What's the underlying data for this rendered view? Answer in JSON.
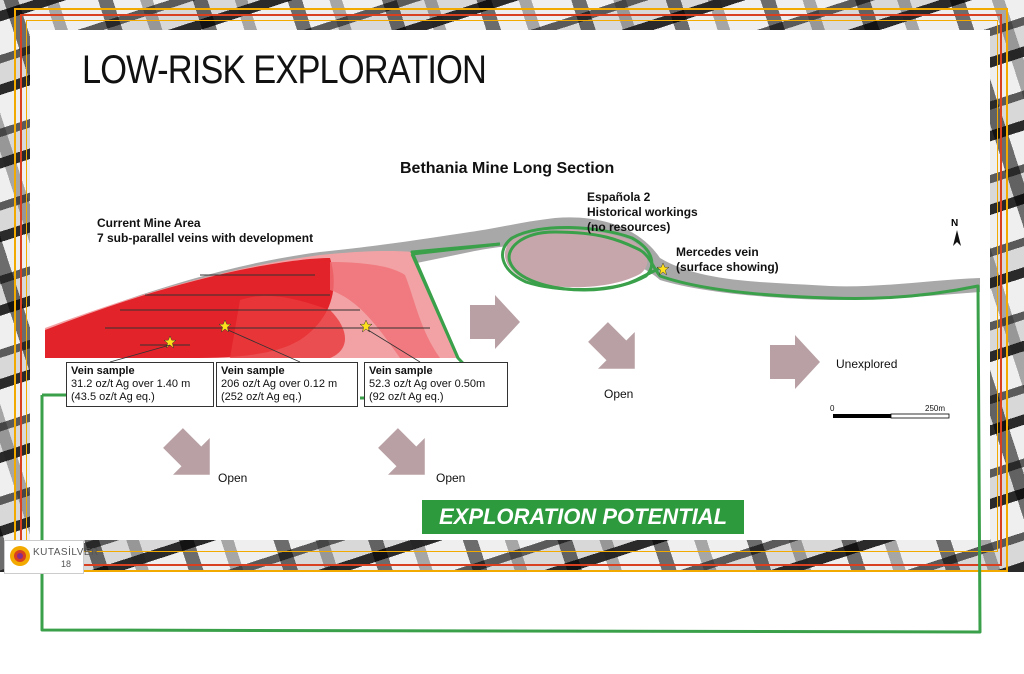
{
  "slide": {
    "title": "LOW-RISK EXPLORATION",
    "section_title": "Bethania Mine Long Section",
    "current_mine_area": [
      "Current Mine Area",
      "7 sub-parallel veins with development"
    ],
    "espanola": [
      "Española 2",
      "Historical workings",
      "(no resources)"
    ],
    "mercedes": [
      "Mercedes vein",
      "(surface showing)"
    ],
    "vein_samples": [
      {
        "heading": "Vein sample",
        "line1": "31.2 oz/t Ag over 1.40 m",
        "line2": "(43.5 oz/t Ag eq.)"
      },
      {
        "heading": "Vein sample",
        "line1": "206 oz/t Ag over 0.12 m",
        "line2": "(252 oz/t Ag eq.)"
      },
      {
        "heading": "Vein sample",
        "line1": "52.3 oz/t Ag over 0.50m",
        "line2": "(92 oz/t Ag eq.)"
      }
    ],
    "open_labels": [
      "Open",
      "Open",
      "Open"
    ],
    "unexplored": "Unexplored",
    "scale": {
      "start": "0",
      "end": "250m"
    },
    "north": "N",
    "banner": "EXPLORATION POTENTIAL",
    "logo": {
      "text": "KUTASİLVER",
      "number": "18"
    }
  },
  "colors": {
    "green_outline": "#3aa04a",
    "banner": "#2e9a3e",
    "vein_red": "#e8262b",
    "ore_pink": "#f4a3a5",
    "arrow": "#b8a0a4",
    "frame_orange": "#f2a900",
    "frame_red": "#d9401f"
  }
}
